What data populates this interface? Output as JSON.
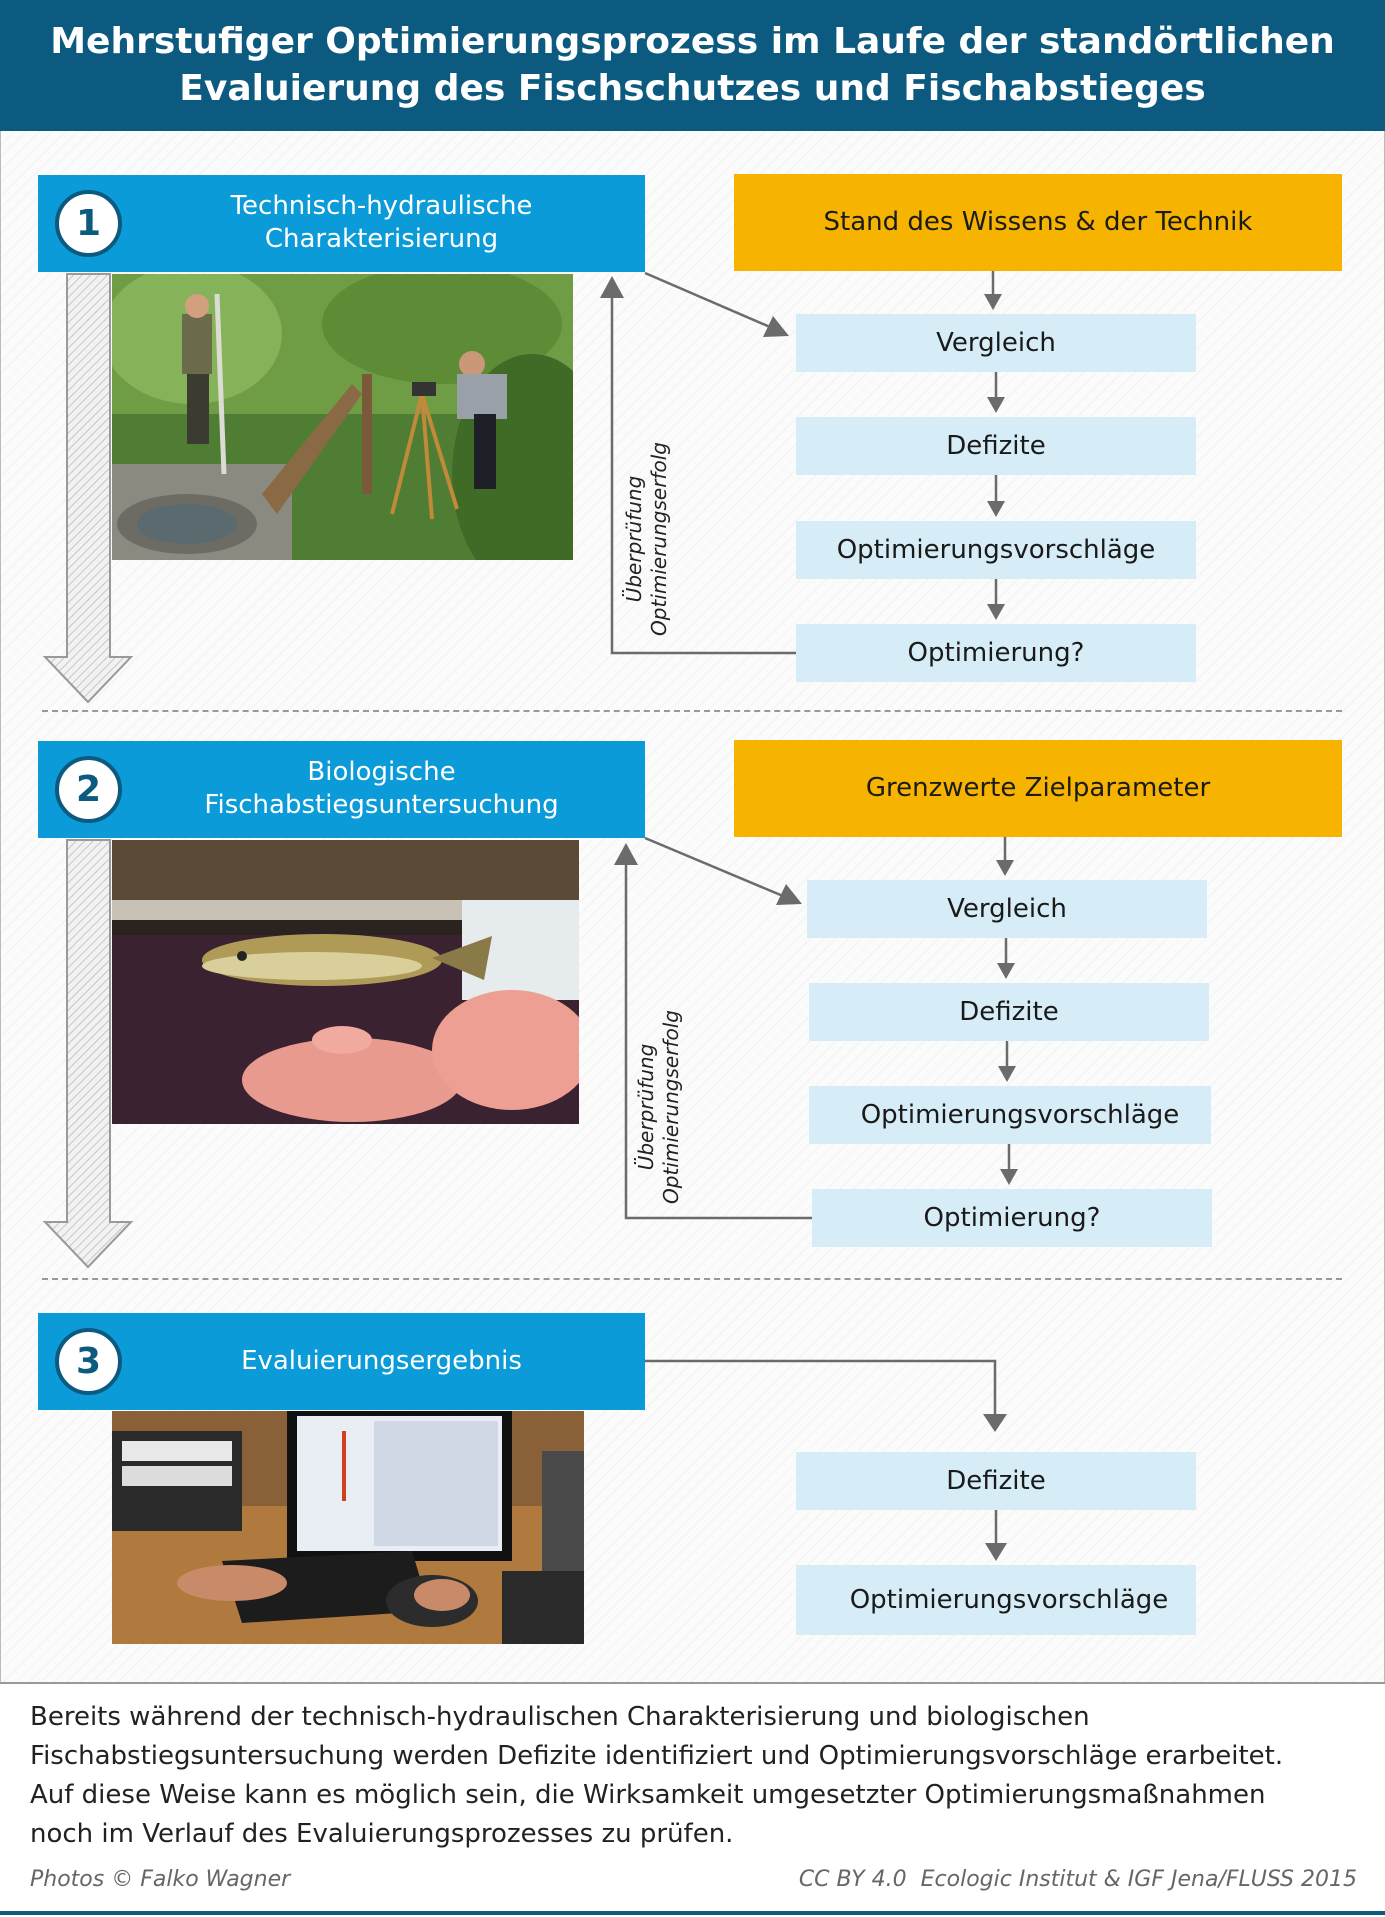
{
  "title": {
    "line1": "Mehrstufiger Optimierungsprozess im Laufe der standörtlichen",
    "line2": "Evaluierung des Fischschutzes und Fischabstieges"
  },
  "stage1": {
    "number": "1",
    "label_line1": "Technisch-hydraulische",
    "label_line2": "Charakterisierung",
    "reference": "Stand des Wissens & der Technik",
    "steps": [
      "Vergleich",
      "Defizite",
      "Optimierungsvorschläge",
      "Optimierung?"
    ],
    "loop_line1": "Überprüfung",
    "loop_line2": "Optimierungserfolg"
  },
  "stage2": {
    "number": "2",
    "label_line1": "Biologische",
    "label_line2": "Fischabstiegsuntersuchung",
    "reference": "Grenzwerte Zielparameter",
    "steps": [
      "Vergleich",
      "Defizite",
      "Optimierungsvorschläge",
      "Optimierung?"
    ],
    "loop_line1": "Überprüfung",
    "loop_line2": "Optimierungserfolg"
  },
  "stage3": {
    "number": "3",
    "label": "Evaluierungsergebnis",
    "steps": [
      "Defizite",
      "Optimierungsvorschläge"
    ]
  },
  "footer": {
    "text_lines": [
      "Bereits während der technisch-hydraulischen Charakterisierung und biologischen",
      "Fischabstiegsuntersuchung werden Defizite identifiziert und Optimierungsvorschläge erarbeitet.",
      "Auf diese Weise kann es möglich sein, die Wirksamkeit umgesetzter Optimierungsmaßnahmen",
      "noch im Verlauf des Evaluierungsprozesses zu prüfen."
    ],
    "photo_credit": "Photos © Falko Wagner",
    "license_credit": "CC BY 4.0  Ecologic Institut & IGF Jena/FLUSS 2015"
  },
  "colors": {
    "header": "#0d5a80",
    "stage_blue": "#0b9bd9",
    "gold": "#f6b400",
    "step_light_blue": "#d6ecf7",
    "arrow_gray": "#6b6b6b"
  }
}
